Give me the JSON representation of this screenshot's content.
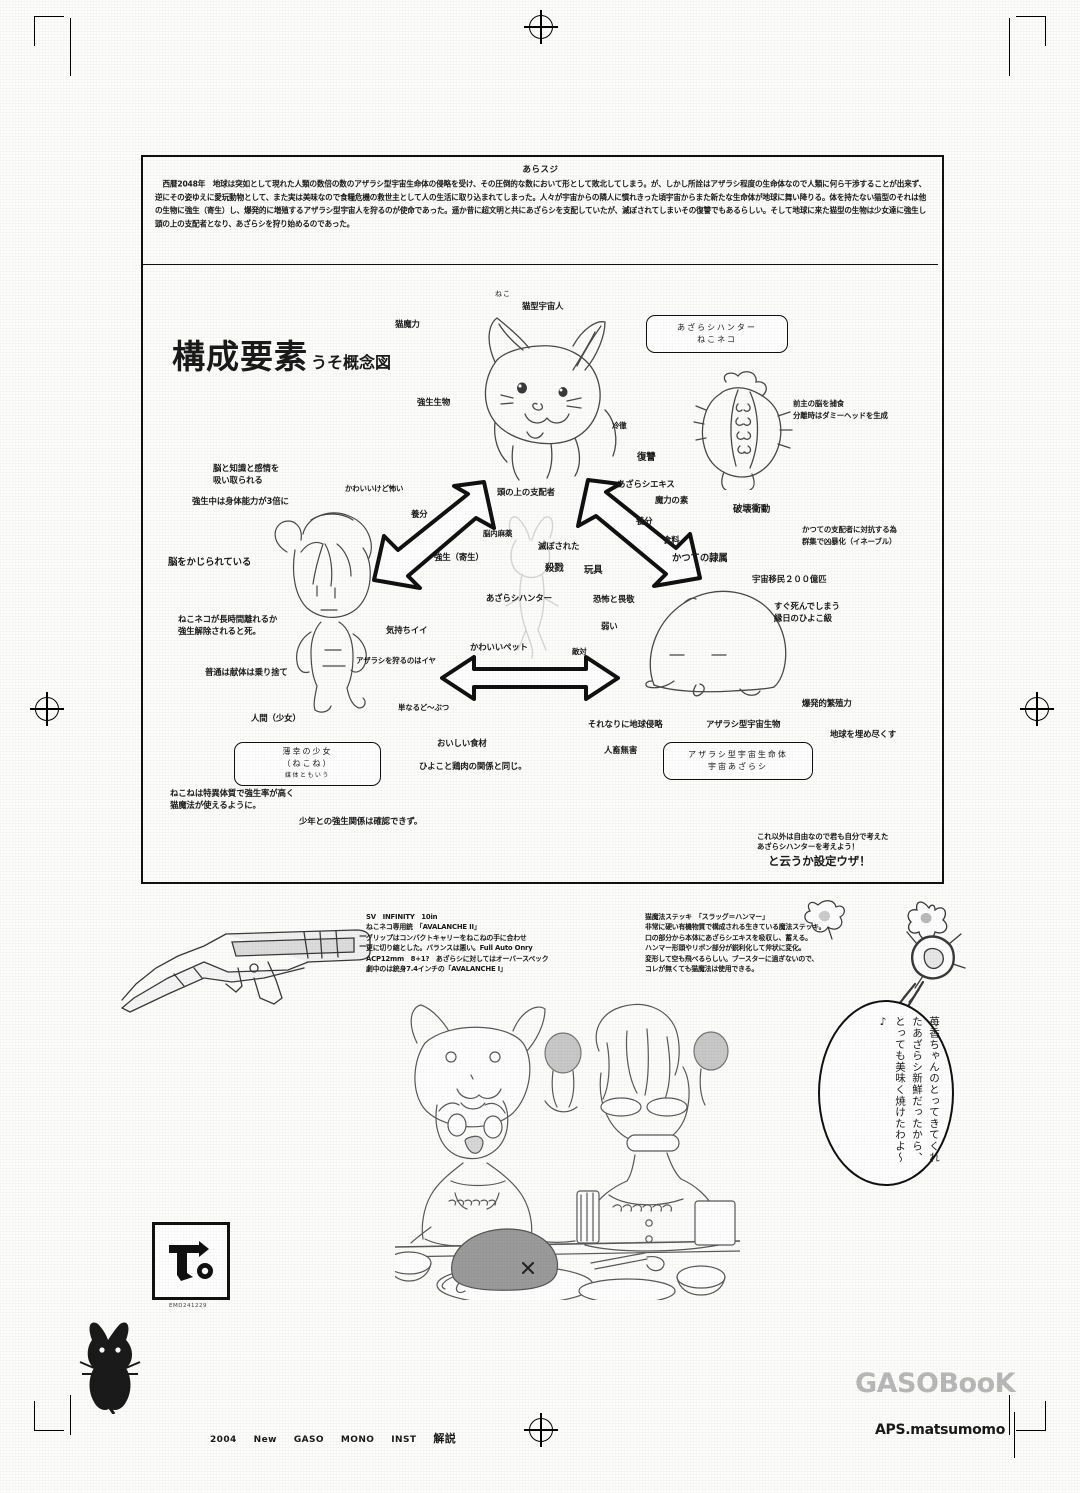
{
  "page": {
    "background_color": "#fdfdfc",
    "ink_color": "#1a1a1a"
  },
  "synopsis": {
    "title": "あらスジ",
    "body": "　西暦2048年　地球は突如として現れた人類の数倍の数のアザラシ型宇宙生命体の侵略を受け、その圧倒的な数において形として敗北してしまう。が、しかし所詮はアザラシ程度の生命体なので人類に何ら干渉することが出来ず、逆にその姿ゆえに愛玩動物として、また実は美味なので食糧危機の救世主として人の生活に取り込まれてしまった。人々が宇宙からの隣人に慣れきった頃宇宙からまた新たな生命体が地球に舞い降りる。体を持たない猫型のそれは他の生物に強生（寄生）し、爆発的に増殖するアザラシ型宇宙人を狩るのが使命であった。遥か昔に超文明と共にあざらシを支配していたが、滅ぼされてしまいその復讐でもあるらしい。そして地球に来た猫型の生物は少女達に強生し頭の上の支配者となり、あざらシを狩り始めるのであった。"
  },
  "concept": {
    "title_main": "構成要素",
    "title_sub": "うそ概念図"
  },
  "labels": {
    "cat_nekoko_ruby": "ねこ",
    "cat_type_alien": "猫型宇宙人",
    "cat_magic": "猫魔力",
    "strong_life_creature": "強生生物",
    "cold_blooded": "冷徹",
    "revenge": "復讐",
    "seal_extract": "あざらシエキス",
    "magic_source": "魔力の素",
    "destruction_urge": "破壊衝動",
    "prev_host_brain": "前主の脳を捕食\n分離時はダミーヘッドを生成",
    "against_old_ruler": "かつての支配者に対抗する為\n群集で凶暴化（イネーブル）",
    "brain_knowledge": "脳と知識と感情を\n吸い取られる",
    "triple_ability": "強生中は身体能力が3倍に",
    "brain_being_gnawed": "脳をかじられている",
    "nekoneko_away_death": "ねこネコが長時間離れるか\n強生解除されると死。",
    "normally_discard": "普通は献体は乗り捨て",
    "cute_but_scary": "かわいいけど怖い",
    "nutrition_left": "養分",
    "strong_life_parasite": "強生（寄生）",
    "brain_drug": "脳内麻薬",
    "ruler_on_head": "頭の上の支配者",
    "destroyed": "滅ぼされた",
    "massacre": "殺戮",
    "toy": "玩具",
    "seal_hunter_center": "あざらシハンター",
    "fear_and_reverence": "恐怖と畏敬",
    "feels_good": "気持ちイイ",
    "hunting_seals_dislike": "アザラシを狩るのはイヤ",
    "cute_pet": "かわいいペット",
    "hostile": "敵対",
    "just_squishy": "単なるど～ぶつ",
    "weak": "弱い",
    "tasty_food": "おいしい食材",
    "chicken_meat_relation": "ひよこと鶏肉の関係と同じ。",
    "human_girl": "人間（少女）",
    "nutrition_right": "養分",
    "food_supply": "食料",
    "former_servant": "かつての隷属",
    "space_migrants": "宇宙移民２００億匹",
    "dies_quickly": "すぐ死んでしまう\n縁日のひよこ級",
    "explosive_breeding": "爆発的繁殖力",
    "bury_the_earth": "地球を埋め尽くす",
    "seal_type_alien_life": "アザラシ型宇宙生物",
    "somewhat_invasion": "それなりに地球侵略",
    "harmless": "人畜無害",
    "nekone_special": "ねこねは特異体質で強生率が高く\n猫魔法が使えるように。",
    "boy_relation_unconfirmed": "少年との強生関係は確認できず。"
  },
  "caption_boxes": {
    "seal_hunter": {
      "line1": "あざらシハンター",
      "line2": "ねこネコ"
    },
    "girl": {
      "line1": "薄幸の少女",
      "line2": "（ねこね）",
      "line3": "媒体ともいう"
    },
    "seal_alien": {
      "line1": "アザラシ型宇宙生命体",
      "line2": "宇宙あざらシ"
    }
  },
  "freeform_note": {
    "small": "これ以外は自由なので君も自分で考えた\nあざらシハンターを考えよう！",
    "big": "と云うか設定ウザ！"
  },
  "equipment": {
    "gun": "SV　INFINITY　10in\nねこネコ専用銃　「AVALANCHE II」\nグリップはコンバクトキャリーをねこねの手に合わせ\n更に切り縮とした。バランスは悪い。Full Auto Onry\nACP12mm　8+1?　あざらシに対してはオーバースペック\n劇中のは銃身7.4インチの「AVALANCHE I」",
    "wand": "猫魔法ステッキ　「スラッグ＝ハンマー」\n非常に硬い有機物質で構成される生きている魔法ステッキ。\n口の部分から本体にあざらシエキスを吸収し、蓄える。\nハンマー形頭やリボン部分が鋭利化して斧状に変化。\n変形して空も飛べるらしい。ブースターに過ぎないので、\nコレが無くても猫魔法は使用できる。"
  },
  "speech_balloon": {
    "text": "苺香ちゃんのとってきてくれたあざらシ新鮮だったから、とっても美味く焼けたわよ～♪"
  },
  "logo": {
    "code": "EMD241229"
  },
  "footer": {
    "year": "2004",
    "items": [
      "New",
      "GASO",
      "MONO",
      "INST"
    ],
    "kanji": "解説",
    "brand": "GASOBooK",
    "publisher": "APS.matsumomo"
  }
}
